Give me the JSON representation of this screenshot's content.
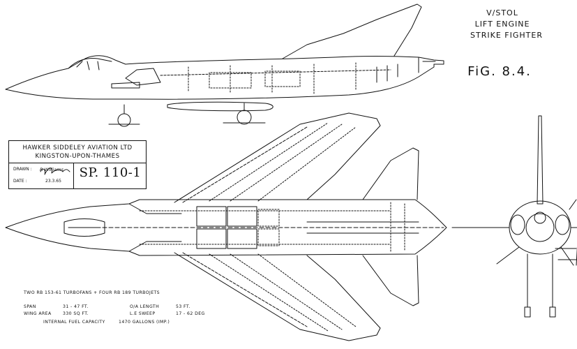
{
  "drawing": {
    "heading_lines": [
      "V/STOL",
      "LIFT  ENGINE",
      "STRIKE  FIGHTER"
    ],
    "figure_label": "FiG. 8.4."
  },
  "title_block": {
    "company": "HAWKER SIDDELEY AVIATION  LTD",
    "location": "KINGSTON-UPON-THAMES",
    "drawn_label": "DRAWN :",
    "drawn_signature": "R Williams",
    "date_label": "DATE :",
    "date_value": "23.3.65",
    "drawing_number": "SP. 110-1"
  },
  "specs": {
    "engines": "TWO  RB  153-61 TURBOFANS  +  FOUR  RB 189  TURBOJETS",
    "span_label": "SPAN",
    "span_value": "31 - 47  FT.",
    "wing_area_label": "WING  AREA",
    "wing_area_value": "330  SQ FT.",
    "length_label": "O/A  LENGTH",
    "length_value": "53  FT.",
    "sweep_label": "L.E  SWEEP",
    "sweep_value": "17 - 62  DEG",
    "fuel_label": "INTERNAL  FUEL CAPACITY",
    "fuel_value": "1470  GALLONS  (IMP.)"
  }
}
